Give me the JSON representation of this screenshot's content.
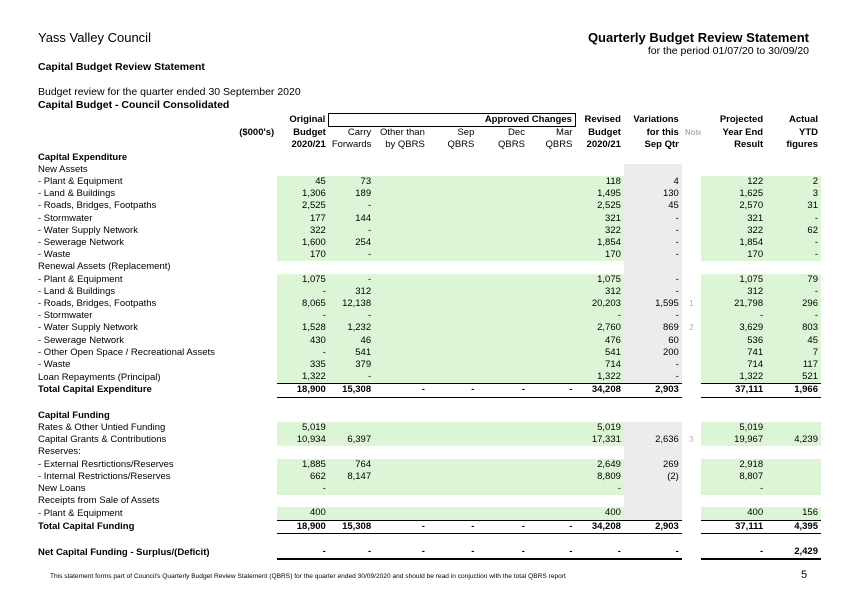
{
  "header": {
    "council": "Yass Valley Council",
    "doc_title": "Quarterly Budget Review Statement",
    "period": "for the period 01/07/20 to 30/09/20",
    "statement_title": "Capital Budget Review Statement",
    "review_line": "Budget review for the quarter ended 30 September 2020",
    "consolidated": "Capital Budget - Council Consolidated"
  },
  "columns": {
    "units": "($000's)",
    "approved_changes": "Approved Changes",
    "original": [
      "Original",
      "Budget",
      "2020/21"
    ],
    "carry": [
      "Carry",
      "Forwards"
    ],
    "other": [
      "Other than",
      "by QBRS"
    ],
    "sep": [
      "Sep",
      "QBRS"
    ],
    "dec": [
      "Dec",
      "QBRS"
    ],
    "mar": [
      "Mar",
      "QBRS"
    ],
    "revised": [
      "Revised",
      "Budget",
      "2020/21"
    ],
    "variations": [
      "Variations",
      "for this",
      "Sep Qtr"
    ],
    "notes": "Notes",
    "projected": [
      "Projected",
      "Year End",
      "Result"
    ],
    "actual": [
      "Actual",
      "YTD",
      "figures"
    ]
  },
  "rows": [
    {
      "label": "Capital Expenditure",
      "style": "section",
      "v": [
        "",
        "",
        "",
        "",
        "",
        "",
        "",
        "",
        "",
        "",
        ""
      ]
    },
    {
      "label": "New Assets",
      "style": "sub",
      "v": [
        "",
        "",
        "",
        "",
        "",
        "",
        "",
        "",
        "",
        "",
        ""
      ]
    },
    {
      "label": "- Plant & Equipment",
      "style": "line",
      "v": [
        "45",
        "73",
        "",
        "",
        "",
        "",
        "118",
        "4",
        "",
        "122",
        "2"
      ]
    },
    {
      "label": "- Land & Buildings",
      "style": "line",
      "v": [
        "1,306",
        "189",
        "",
        "",
        "",
        "",
        "1,495",
        "130",
        "",
        "1,625",
        "3"
      ]
    },
    {
      "label": "- Roads, Bridges, Footpaths",
      "style": "line",
      "v": [
        "2,525",
        "-",
        "",
        "",
        "",
        "",
        "2,525",
        "45",
        "",
        "2,570",
        "31"
      ]
    },
    {
      "label": "- Stormwater",
      "style": "line",
      "v": [
        "177",
        "144",
        "",
        "",
        "",
        "",
        "321",
        "-",
        "",
        "321",
        "-"
      ]
    },
    {
      "label": "- Water Supply Network",
      "style": "line",
      "v": [
        "322",
        "-",
        "",
        "",
        "",
        "",
        "322",
        "-",
        "",
        "322",
        "62"
      ]
    },
    {
      "label": "- Sewerage Network",
      "style": "line",
      "v": [
        "1,600",
        "254",
        "",
        "",
        "",
        "",
        "1,854",
        "-",
        "",
        "1,854",
        "-"
      ]
    },
    {
      "label": "- Waste",
      "style": "line",
      "v": [
        "170",
        "-",
        "",
        "",
        "",
        "",
        "170",
        "-",
        "",
        "170",
        "-"
      ]
    },
    {
      "label": "Renewal Assets (Replacement)",
      "style": "sub",
      "v": [
        "",
        "",
        "",
        "",
        "",
        "",
        "",
        "",
        "",
        "",
        ""
      ]
    },
    {
      "label": "- Plant & Equipment",
      "style": "line",
      "v": [
        "1,075",
        "-",
        "",
        "",
        "",
        "",
        "1,075",
        "-",
        "",
        "1,075",
        "79"
      ]
    },
    {
      "label": "- Land & Buildings",
      "style": "line",
      "v": [
        "-",
        "312",
        "",
        "",
        "",
        "",
        "312",
        "-",
        "",
        "312",
        "-"
      ]
    },
    {
      "label": "- Roads, Bridges, Footpaths",
      "style": "line",
      "v": [
        "8,065",
        "12,138",
        "",
        "",
        "",
        "",
        "20,203",
        "1,595",
        "1",
        "21,798",
        "296"
      ]
    },
    {
      "label": "- Stormwater",
      "style": "line",
      "v": [
        "-",
        "-",
        "",
        "",
        "",
        "",
        "-",
        "-",
        "",
        "-",
        "-"
      ]
    },
    {
      "label": "- Water Supply Network",
      "style": "line",
      "v": [
        "1,528",
        "1,232",
        "",
        "",
        "",
        "",
        "2,760",
        "869",
        "2",
        "3,629",
        "803"
      ]
    },
    {
      "label": "- Sewerage Network",
      "style": "line",
      "v": [
        "430",
        "46",
        "",
        "",
        "",
        "",
        "476",
        "60",
        "",
        "536",
        "45"
      ]
    },
    {
      "label": "- Other Open Space / Recreational Assets",
      "style": "line",
      "v": [
        "-",
        "541",
        "",
        "",
        "",
        "",
        "541",
        "200",
        "",
        "741",
        "7"
      ]
    },
    {
      "label": "- Waste",
      "style": "line",
      "v": [
        "335",
        "379",
        "",
        "",
        "",
        "",
        "714",
        "-",
        "",
        "714",
        "117"
      ]
    },
    {
      "label": "Loan Repayments (Principal)",
      "style": "line",
      "v": [
        "1,322",
        "-",
        "",
        "",
        "",
        "",
        "1,322",
        "-",
        "",
        "1,322",
        "521"
      ]
    },
    {
      "label": "Total Capital Expenditure",
      "style": "total",
      "v": [
        "18,900",
        "15,308",
        "-",
        "-",
        "-",
        "-",
        "34,208",
        "2,903",
        "",
        "37,111",
        "1,966"
      ]
    },
    {
      "label": "",
      "style": "blank",
      "v": [
        "",
        "",
        "",
        "",
        "",
        "",
        "",
        "",
        "",
        "",
        ""
      ]
    },
    {
      "label": "Capital Funding",
      "style": "section",
      "v": [
        "",
        "",
        "",
        "",
        "",
        "",
        "",
        "",
        "",
        "",
        ""
      ]
    },
    {
      "label": "Rates & Other Untied Funding",
      "style": "line",
      "v": [
        "5,019",
        "",
        "",
        "",
        "",
        "",
        "5,019",
        "",
        "",
        "5,019",
        ""
      ]
    },
    {
      "label": "Capital Grants & Contributions",
      "style": "line",
      "v": [
        "10,934",
        "6,397",
        "",
        "",
        "",
        "",
        "17,331",
        "2,636",
        "3",
        "19,967",
        "4,239"
      ]
    },
    {
      "label": "Reserves:",
      "style": "sub",
      "v": [
        "",
        "",
        "",
        "",
        "",
        "",
        "",
        "",
        "",
        "",
        ""
      ]
    },
    {
      "label": "- External Resrtictions/Reserves",
      "style": "line",
      "v": [
        "1,885",
        "764",
        "",
        "",
        "",
        "",
        "2,649",
        "269",
        "",
        "2,918",
        ""
      ]
    },
    {
      "label": "- Internal Restrictions/Reserves",
      "style": "line",
      "v": [
        "662",
        "8,147",
        "",
        "",
        "",
        "",
        "8,809",
        "(2)",
        "",
        "8,807",
        ""
      ]
    },
    {
      "label": "New Loans",
      "style": "line",
      "v": [
        "-",
        "",
        "",
        "",
        "",
        "",
        "-",
        "",
        "",
        "-",
        ""
      ]
    },
    {
      "label": "Receipts from Sale of Assets",
      "style": "sub",
      "v": [
        "",
        "",
        "",
        "",
        "",
        "",
        "",
        "",
        "",
        "",
        ""
      ]
    },
    {
      "label": "- Plant & Equipment",
      "style": "line",
      "v": [
        "400",
        "",
        "",
        "",
        "",
        "",
        "400",
        "",
        "",
        "400",
        "156"
      ]
    },
    {
      "label": "Total Capital Funding",
      "style": "total",
      "v": [
        "18,900",
        "15,308",
        "-",
        "-",
        "-",
        "-",
        "34,208",
        "2,903",
        "",
        "37,111",
        "4,395"
      ]
    },
    {
      "label": "",
      "style": "blank",
      "v": [
        "",
        "",
        "",
        "",
        "",
        "",
        "",
        "",
        "",
        "",
        ""
      ]
    },
    {
      "label": "Net Capital Funding - Surplus/(Deficit)",
      "style": "net",
      "v": [
        "-",
        "-",
        "-",
        "-",
        "-",
        "-",
        "-",
        "-",
        "",
        "-",
        "2,429"
      ]
    }
  ],
  "footer": {
    "note": "This statement forms part of Council's Quarterly Budget Review Statement (QBRS) for the quarter ended 30/09/2020 and should be read in conjuction with the total QBRS report",
    "page": "5"
  },
  "colors": {
    "green_fill": "#dcf5d6",
    "grey_fill": "#ececec"
  }
}
